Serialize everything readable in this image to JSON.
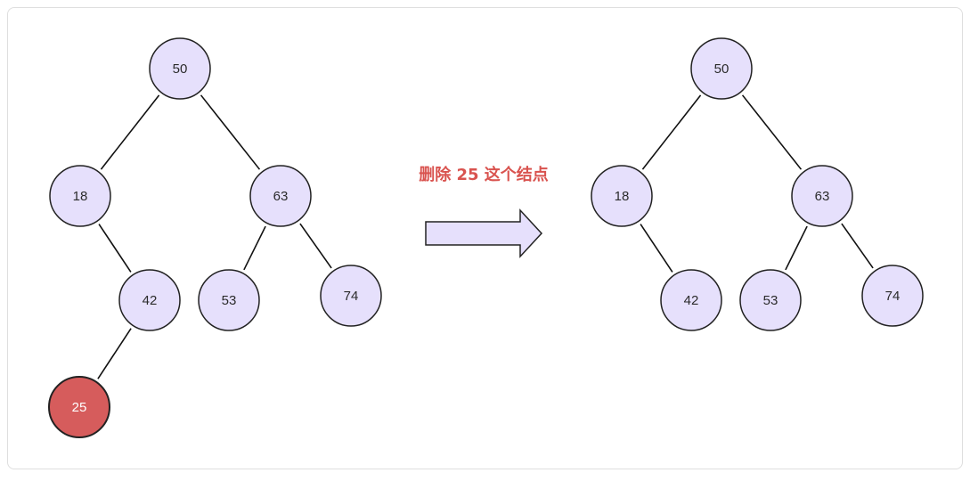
{
  "caption": "删除 25 这个结点",
  "colors": {
    "node_fill": "#e6e0fc",
    "node_stroke": "#222222",
    "highlight_fill": "#d65c5c",
    "edge": "#111111",
    "arrow_fill": "#e6e0fc",
    "caption": "#d9534f"
  },
  "before_tree": {
    "nodes": [
      {
        "id": "b50",
        "label": "50"
      },
      {
        "id": "b18",
        "label": "18"
      },
      {
        "id": "b63",
        "label": "63"
      },
      {
        "id": "b42",
        "label": "42"
      },
      {
        "id": "b53",
        "label": "53"
      },
      {
        "id": "b74",
        "label": "74"
      },
      {
        "id": "b25",
        "label": "25",
        "highlight": true
      }
    ],
    "edges": [
      [
        "b50",
        "b18"
      ],
      [
        "b50",
        "b63"
      ],
      [
        "b18",
        "b42"
      ],
      [
        "b63",
        "b53"
      ],
      [
        "b63",
        "b74"
      ],
      [
        "b42",
        "b25"
      ]
    ]
  },
  "after_tree": {
    "nodes": [
      {
        "id": "a50",
        "label": "50"
      },
      {
        "id": "a18",
        "label": "18"
      },
      {
        "id": "a63",
        "label": "63"
      },
      {
        "id": "a42",
        "label": "42"
      },
      {
        "id": "a53",
        "label": "53"
      },
      {
        "id": "a74",
        "label": "74"
      }
    ],
    "edges": [
      [
        "a50",
        "a18"
      ],
      [
        "a50",
        "a63"
      ],
      [
        "a18",
        "a42"
      ],
      [
        "a63",
        "a53"
      ],
      [
        "a63",
        "a74"
      ]
    ]
  }
}
